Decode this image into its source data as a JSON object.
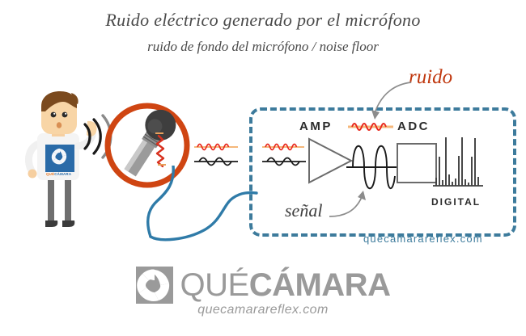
{
  "title": {
    "main": "Ruido eléctrico generado por el micrófono",
    "sub": "ruido de fondo del micrófono / noise floor"
  },
  "annotations": {
    "noise_label": "ruido",
    "signal_label": "señal"
  },
  "diagram": {
    "amp_label": "AMP",
    "adc_label": "ADC",
    "digital_label": "DIGITAL",
    "box_url": "quecamarareflex.com"
  },
  "branding": {
    "word_que": "QUÉ",
    "word_camara": "CÁMARA",
    "footer_url": "quecamarareflex.com",
    "tee_que": "QUÉ",
    "tee_camara": "CÁMARA"
  },
  "colors": {
    "noise_red": "#c0380f",
    "noise_wave": "#e8271c",
    "noise_baseline": "#f5b77a",
    "box_blue": "#3d7b9c",
    "cable_blue": "#2f7ba8",
    "mic_circle_orange": "#cf4512",
    "signal_black": "#1a1a1a",
    "text_gray": "#4a4a4a",
    "brand_gray": "#9a9a9a",
    "skin": "#f6cfa0",
    "hair_brown": "#7b4a1e",
    "shirt_white": "#f4f4f4",
    "leg_gray": "#6f6f6f",
    "tee_logo_blue": "#2a6ba8"
  }
}
